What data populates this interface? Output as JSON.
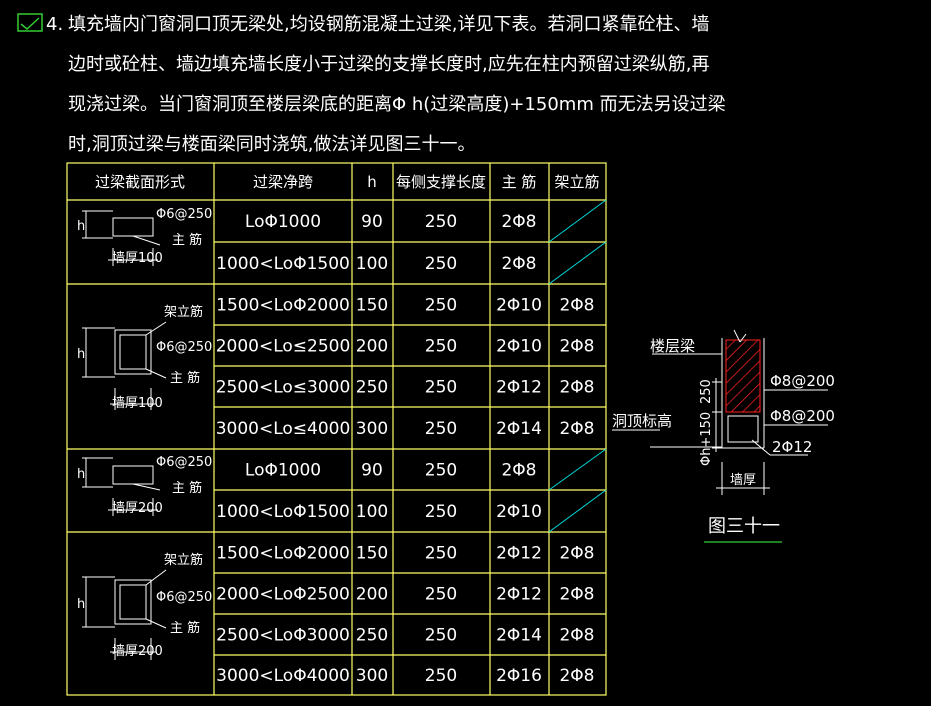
{
  "paragraph": {
    "number": "4.",
    "lines": [
      "填充墙内门窗洞口顶无梁处,均设钢筋混凝土过梁,详见下表。若洞口紧靠砼柱、墙",
      "边时或砼柱、墙边填充墙长度小于过梁的支撑长度时,应先在柱内预留过梁纵筋,再",
      "现浇过梁。当门窗洞顶至楼层梁底的距离Φ  h(过梁高度)+150mm 而无法另设过梁",
      "时,洞顶过梁与楼面梁同时浇筑,做法详见图三十一。"
    ]
  },
  "table": {
    "headers": [
      "过梁截面形式",
      "过梁净跨",
      "h",
      "每侧支撑长度",
      "主 筋",
      "架立筋"
    ],
    "rows": [
      [
        "LoΦ1000",
        "90",
        "250",
        "2Φ8",
        ""
      ],
      [
        "1000<LoΦ1500",
        "100",
        "250",
        "2Φ8",
        ""
      ],
      [
        "1500<LoΦ2000",
        "150",
        "250",
        "2Φ10",
        "2Φ8"
      ],
      [
        "2000<Lo≤2500",
        "200",
        "250",
        "2Φ10",
        "2Φ8"
      ],
      [
        "2500<Lo≤3000",
        "250",
        "250",
        "2Φ12",
        "2Φ8"
      ],
      [
        "3000<Lo≤4000",
        "300",
        "250",
        "2Φ14",
        "2Φ8"
      ],
      [
        "LoΦ1000",
        "90",
        "250",
        "2Φ8",
        ""
      ],
      [
        "1000<LoΦ1500",
        "100",
        "250",
        "2Φ10",
        ""
      ],
      [
        "1500<LoΦ2000",
        "150",
        "250",
        "2Φ12",
        "2Φ8"
      ],
      [
        "2000<LoΦ2500",
        "200",
        "250",
        "2Φ12",
        "2Φ8"
      ],
      [
        "2500<LoΦ3000",
        "250",
        "250",
        "2Φ14",
        "2Φ8"
      ],
      [
        "3000<LoΦ4000",
        "300",
        "250",
        "2Φ16",
        "2Φ8"
      ]
    ],
    "sketches": [
      {
        "stirrup": "Φ6@250",
        "main": "主  筋",
        "wall": "墙厚100",
        "h": "h"
      },
      {
        "top": "架立筋",
        "stirrup": "Φ6@250",
        "main": "主  筋",
        "wall": "墙厚100",
        "h": "h"
      },
      {
        "stirrup": "Φ6@250",
        "main": "主  筋",
        "wall": "墙厚200",
        "h": "h"
      },
      {
        "top": "架立筋",
        "stirrup": "Φ6@250",
        "main": "主  筋",
        "wall": "墙厚200",
        "h": "h"
      }
    ]
  },
  "figure": {
    "floor_beam": "楼层梁",
    "lintel_elev": "洞顶标高",
    "dim_250": "250",
    "dim_h150": "Φh+150",
    "rebar_top": "Φ8@200",
    "rebar_mid": "Φ8@200",
    "rebar_main": "2Φ12",
    "wall": "墙厚",
    "caption": "图三十一"
  },
  "colors": {
    "background": "#000000",
    "text": "#ffffff",
    "table_lines": "#ffff66",
    "diagonals": "#00d8d8",
    "hatch": "#ff2020",
    "icon": "#33cc33"
  }
}
